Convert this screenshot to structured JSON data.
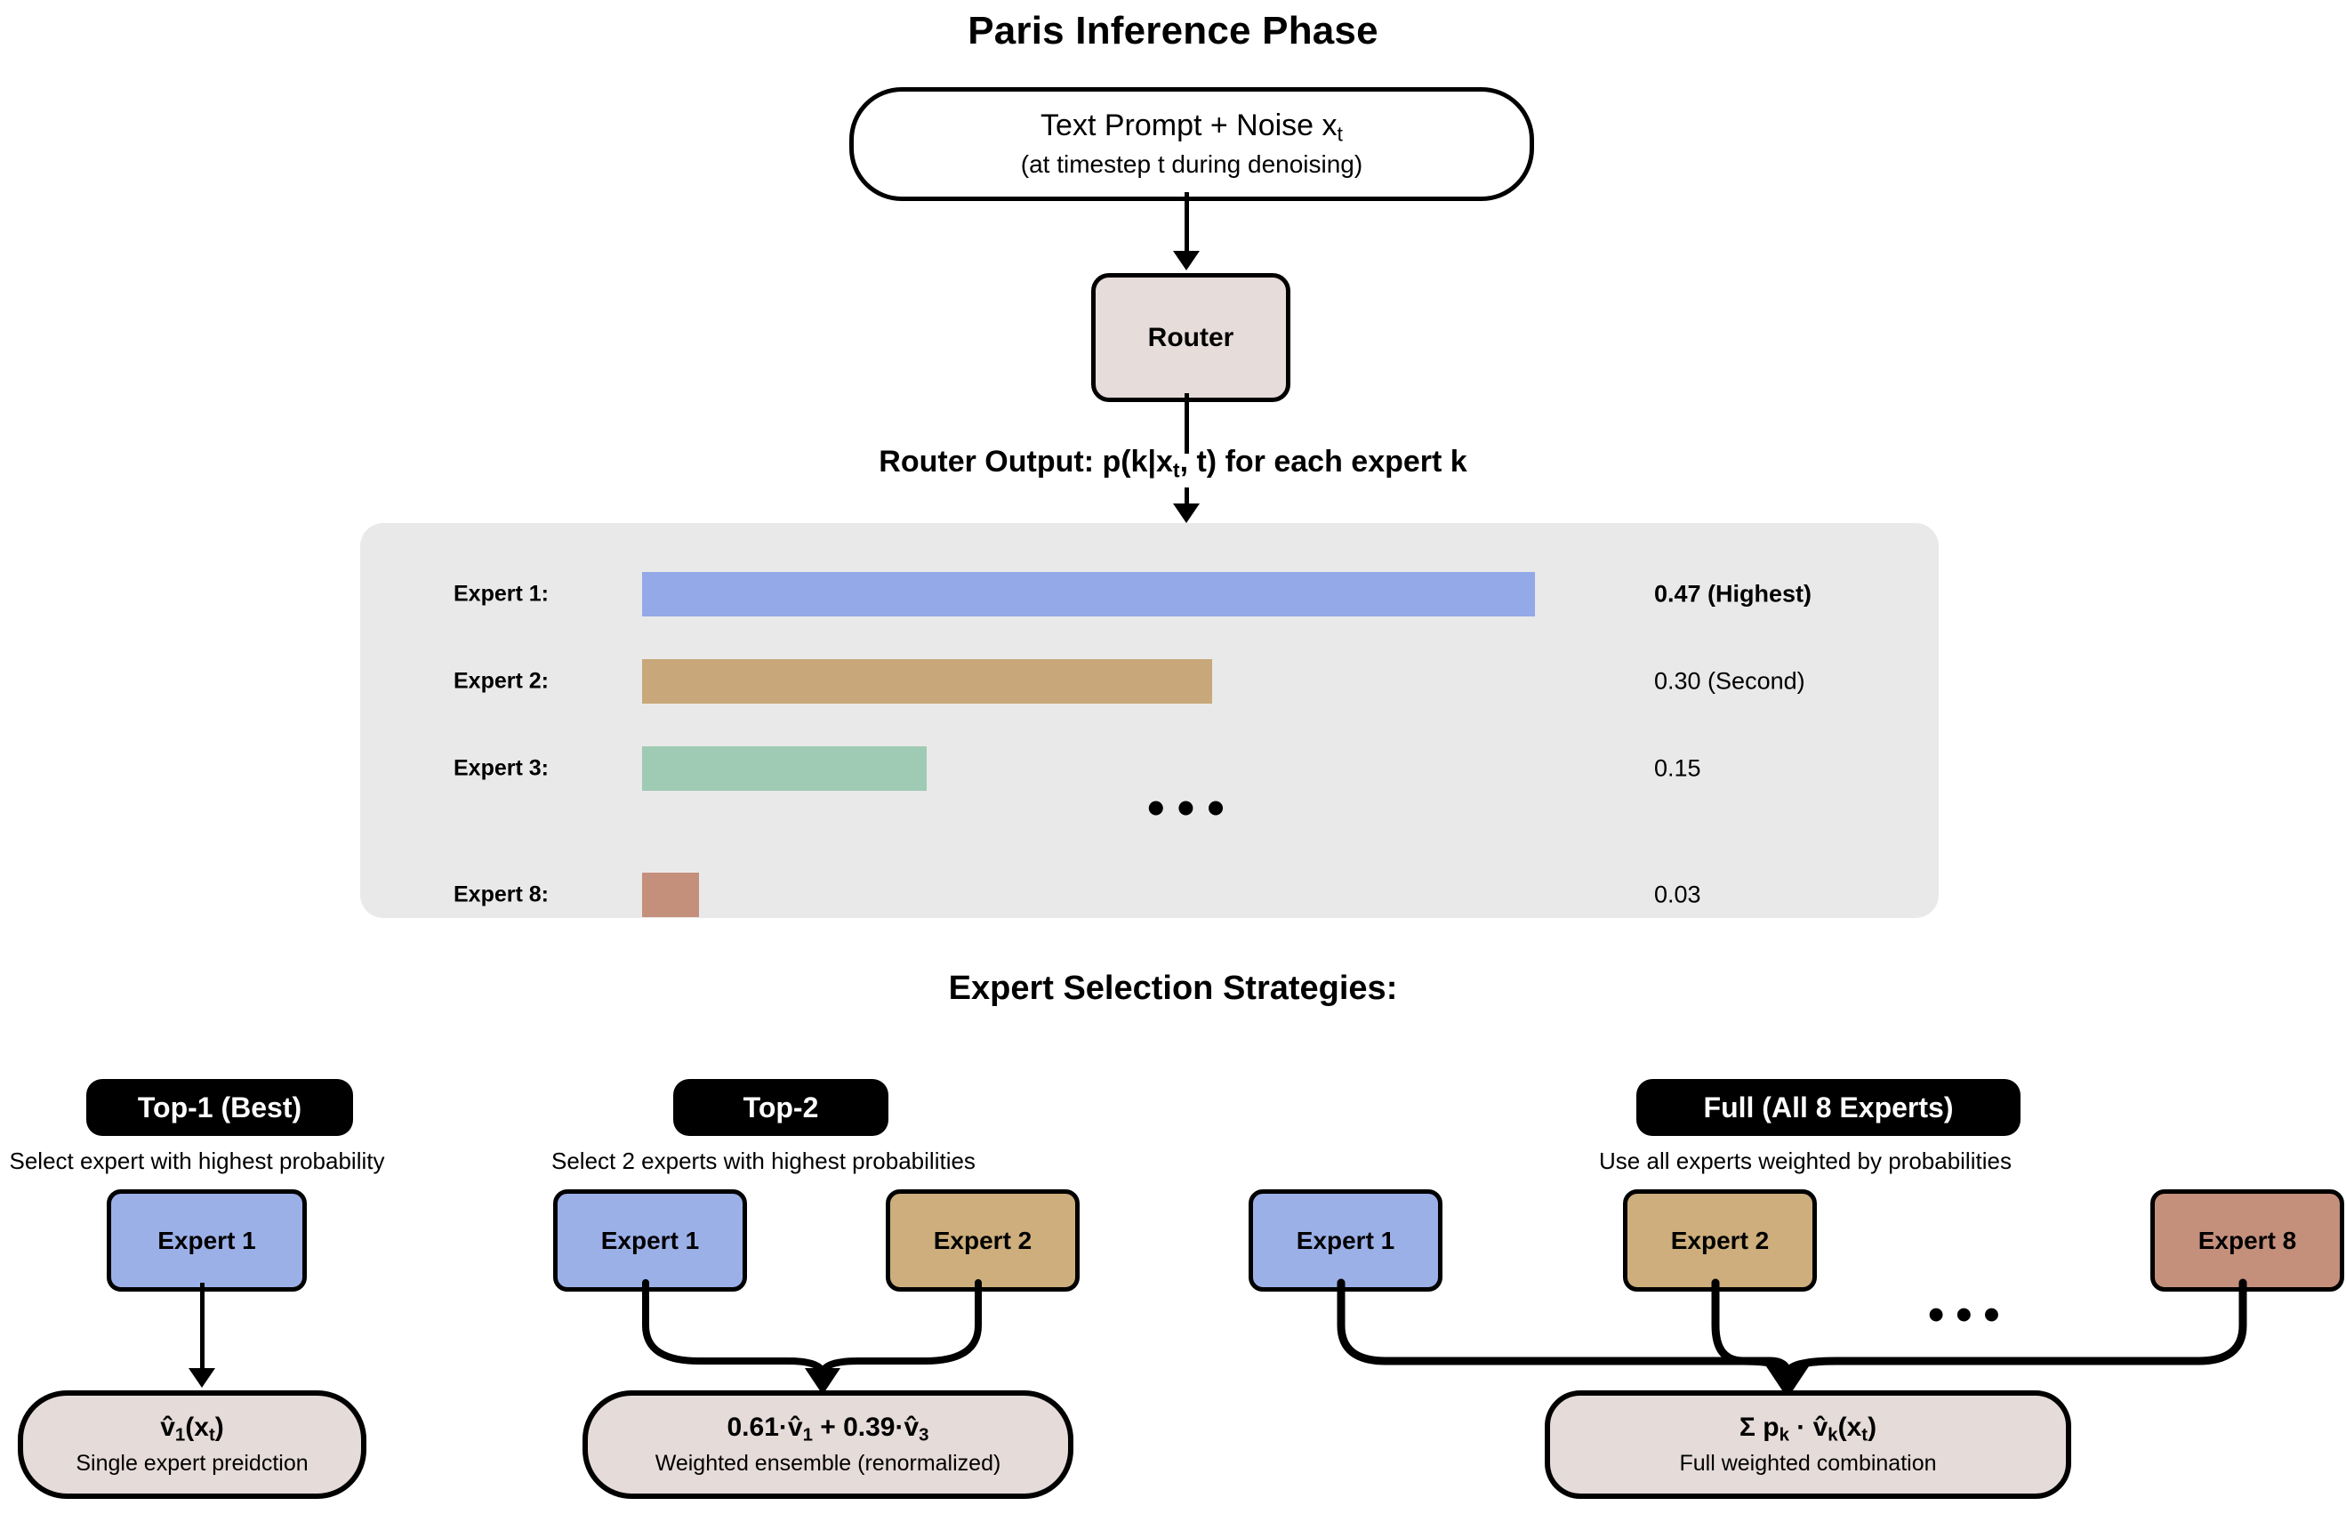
{
  "title": "Paris Inference Phase",
  "input_node": {
    "line1_pre": "Text Prompt + Noise x",
    "line1_sub": "t",
    "line2": "(at timestep t during denoising)"
  },
  "router": {
    "label": "Router"
  },
  "router_output": {
    "pre": "Router Output: p(k|x",
    "sub": "t",
    "post": ", t) for each expert k"
  },
  "chart_data": {
    "type": "bar",
    "title": "Router Output: p(k|x_t, t) for each expert k",
    "xlabel": "",
    "ylabel": "",
    "orientation": "horizontal",
    "xlim": [
      0,
      0.5
    ],
    "grid": false,
    "legend": "none",
    "ellipsis": "•••",
    "categories": [
      "Expert 1:",
      "Expert 2:",
      "Expert 3:",
      "Expert 8:"
    ],
    "values": [
      0.47,
      0.3,
      0.15,
      0.03
    ],
    "value_labels": [
      "0.47 (Highest)",
      "0.30 (Second)",
      "0.15",
      "0.03"
    ],
    "colors": [
      "#94a9e8",
      "#c8a87a",
      "#9fcab3",
      "#c4907c"
    ],
    "bar_emphasis": [
      true,
      false,
      false,
      false
    ],
    "panel_color": "#e9e9e9"
  },
  "strategies_heading": "Expert Selection Strategies:",
  "strategies": [
    {
      "pill": "Top-1 (Best)",
      "subtitle": "Select expert with highest probability",
      "experts": [
        {
          "label": "Expert 1",
          "color": "#9cb0e8"
        }
      ],
      "output": {
        "formula_pre": "v̂",
        "formula_sub": "1",
        "formula_post": "(x",
        "formula_sub2": "t",
        "formula_end": ")",
        "caption": "Single expert preidction"
      }
    },
    {
      "pill": "Top-2",
      "subtitle": "Select 2 experts with highest probabilities",
      "experts": [
        {
          "label": "Expert 1",
          "color": "#9cb0e8"
        },
        {
          "label": "Expert 2",
          "color": "#cdae7c"
        }
      ],
      "output": {
        "formula_a": "0.61·v̂",
        "formula_a_sub": "1",
        "formula_mid": " + 0.39·v̂",
        "formula_b_sub": "3",
        "caption": "Weighted ensemble (renormalized)"
      }
    },
    {
      "pill": "Full (All 8 Experts)",
      "subtitle": "Use all experts weighted by probabilities",
      "experts": [
        {
          "label": "Expert 1",
          "color": "#9cb0e8"
        },
        {
          "label": "Expert 2",
          "color": "#cdae7c"
        },
        {
          "label": "Expert 8",
          "color": "#c4907c"
        }
      ],
      "ellipsis": "•••",
      "output": {
        "formula_pre": "Σ p",
        "formula_sub": "k",
        "formula_mid": " · v̂",
        "formula_sub2": "k",
        "formula_post": "(x",
        "formula_sub3": "t",
        "formula_end": ")",
        "caption": "Full weighted combination"
      }
    }
  ],
  "colors": {
    "ink": "#000000",
    "router_fill": "#e6dcda",
    "output_fill": "#e5dbd9",
    "panel_fill": "#e9e9e9"
  }
}
